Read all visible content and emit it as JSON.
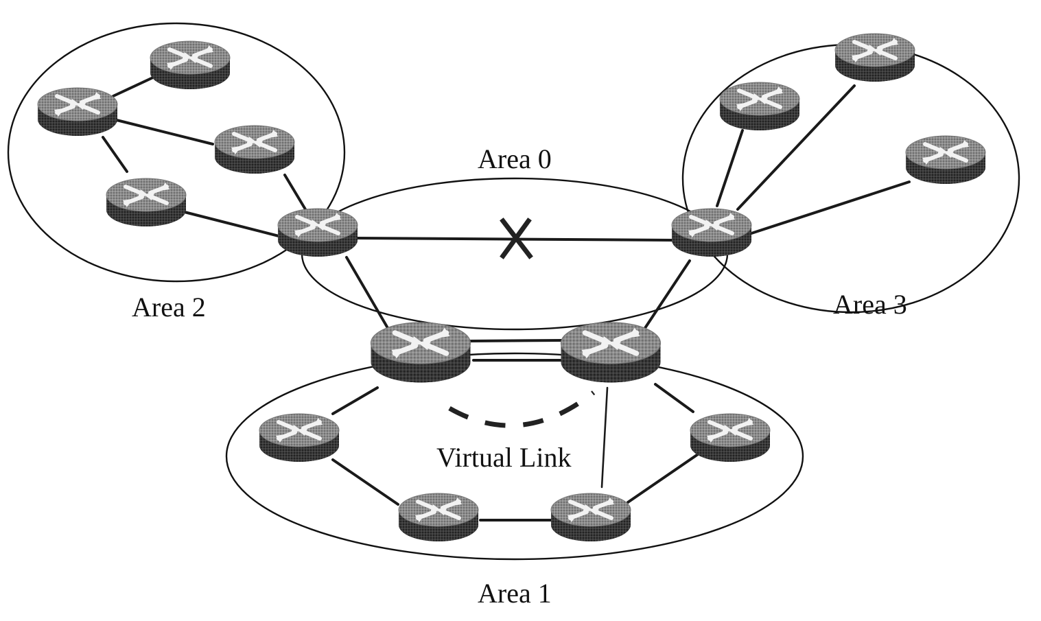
{
  "diagram": {
    "title": "OSPF areas with virtual link",
    "labels": {
      "area0": "Area 0",
      "area1": "Area 1",
      "area2": "Area 2",
      "area3": "Area 3",
      "virtual_link": "Virtual Link"
    },
    "icons": {
      "router": "router-icon",
      "failure": "link-failure-x-icon"
    },
    "areas": [
      {
        "id": "area0",
        "name": "Area 0",
        "role": "backbone"
      },
      {
        "id": "area1",
        "name": "Area 1"
      },
      {
        "id": "area2",
        "name": "Area 2"
      },
      {
        "id": "area3",
        "name": "Area 3"
      }
    ],
    "routers": [
      {
        "id": "a2-r1",
        "area": "Area 2"
      },
      {
        "id": "a2-r2",
        "area": "Area 2"
      },
      {
        "id": "a2-r3",
        "area": "Area 2"
      },
      {
        "id": "a2-r4",
        "area": "Area 2"
      },
      {
        "id": "abr-02",
        "area": "Area 0 / Area 2"
      },
      {
        "id": "abr-03",
        "area": "Area 0 / Area 3"
      },
      {
        "id": "a3-r1",
        "area": "Area 3"
      },
      {
        "id": "a3-r2",
        "area": "Area 3"
      },
      {
        "id": "a3-r3",
        "area": "Area 3"
      },
      {
        "id": "abr-01-left",
        "area": "Area 0 / Area 1"
      },
      {
        "id": "abr-01-right",
        "area": "Area 0 / Area 1"
      },
      {
        "id": "a1-r1",
        "area": "Area 1"
      },
      {
        "id": "a1-r2",
        "area": "Area 1"
      },
      {
        "id": "a1-r3",
        "area": "Area 1"
      },
      {
        "id": "a1-r4",
        "area": "Area 1"
      }
    ],
    "links": [
      {
        "from": "a2-r2",
        "to": "a2-r1"
      },
      {
        "from": "a2-r2",
        "to": "a2-r3"
      },
      {
        "from": "a2-r2",
        "to": "a2-r4"
      },
      {
        "from": "a2-r3",
        "to": "abr-02"
      },
      {
        "from": "a2-r4",
        "to": "abr-02"
      },
      {
        "from": "abr-02",
        "to": "abr-03",
        "status": "failed"
      },
      {
        "from": "abr-02",
        "to": "abr-01-left"
      },
      {
        "from": "abr-03",
        "to": "abr-01-right"
      },
      {
        "from": "abr-03",
        "to": "a3-r1"
      },
      {
        "from": "abr-03",
        "to": "a3-r2"
      },
      {
        "from": "abr-03",
        "to": "a3-r3"
      },
      {
        "from": "abr-01-left",
        "to": "abr-01-right"
      },
      {
        "from": "abr-01-left",
        "to": "abr-01-right"
      },
      {
        "from": "abr-01-left",
        "to": "a1-r1"
      },
      {
        "from": "a1-r1",
        "to": "a1-r2"
      },
      {
        "from": "a1-r2",
        "to": "a1-r3"
      },
      {
        "from": "a1-r3",
        "to": "a1-r4"
      },
      {
        "from": "a1-r4",
        "to": "abr-01-right"
      },
      {
        "from": "a1-r3",
        "to": "abr-01-right"
      },
      {
        "from": "abr-01-left",
        "to": "abr-01-right",
        "type": "virtual",
        "label": "Virtual Link"
      }
    ]
  }
}
